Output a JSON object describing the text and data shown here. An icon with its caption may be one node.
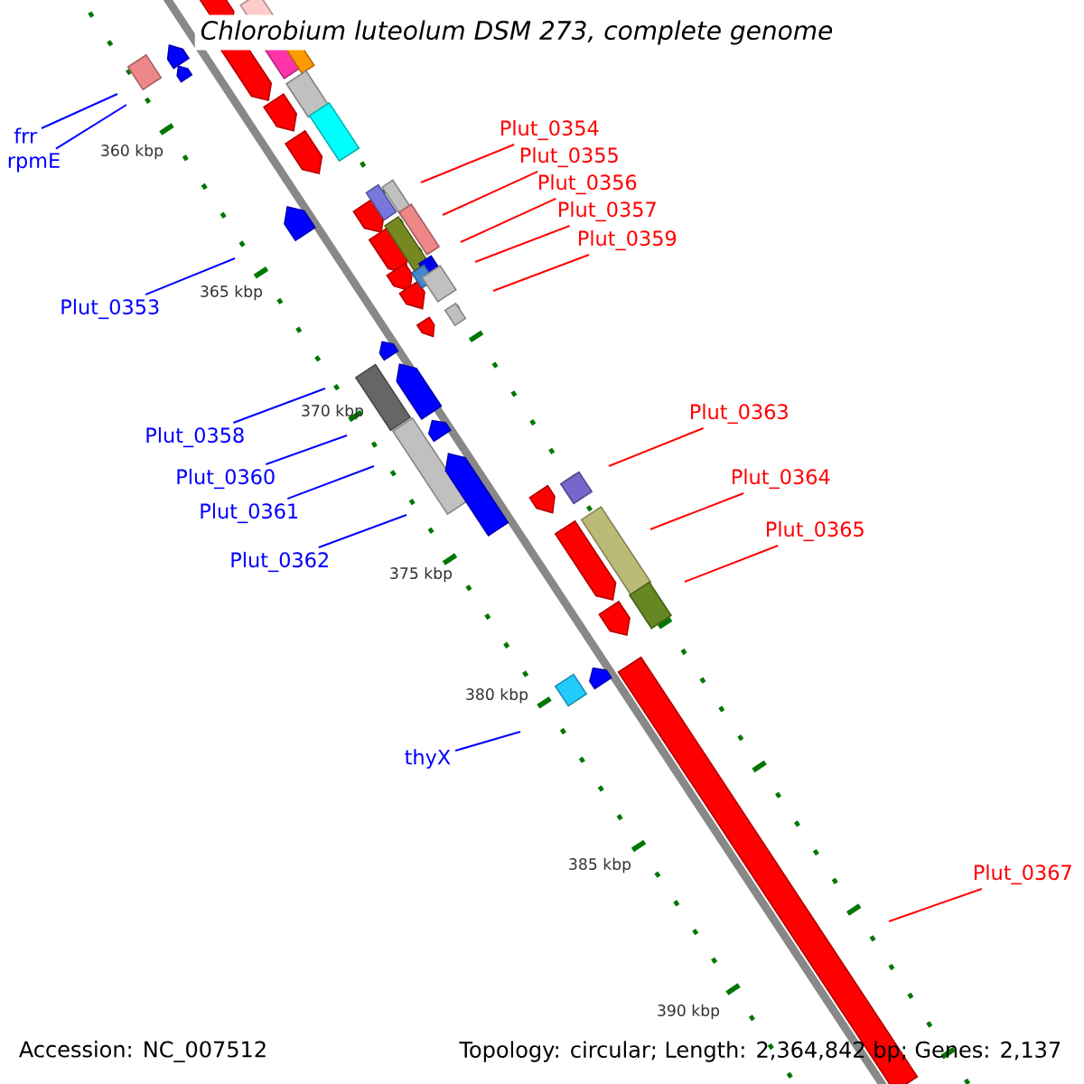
{
  "diagram": {
    "title": "Chlorobium luteolum DSM 273, complete genome",
    "nodes": [
      {
        "text": [
          "frr"
        ]
      },
      {
        "text": [
          "rpmE"
        ]
      },
      {
        "text": [
          "Plut_0353"
        ]
      },
      {
        "text": [
          "Plut_0354"
        ]
      },
      {
        "text": [
          "Plut_0355"
        ]
      },
      {
        "text": [
          "Plut_0356"
        ]
      },
      {
        "text": [
          "Plut_0357"
        ]
      },
      {
        "text": [
          "Plut_0359"
        ]
      },
      {
        "text": [
          "Plut_0358"
        ]
      },
      {
        "text": [
          "Plut_0360"
        ]
      },
      {
        "text": [
          "Plut_0361"
        ]
      },
      {
        "text": [
          "Plut_0362"
        ]
      },
      {
        "text": [
          "Plut_0363"
        ]
      },
      {
        "text": [
          "Plut_0364"
        ]
      },
      {
        "text": [
          "Plut_0365"
        ]
      },
      {
        "text": [
          "thyX"
        ]
      },
      {
        "text": [
          "Plut_0367"
        ]
      }
    ],
    "edges": [
      {
        "from": 0,
        "to": null,
        "arrow": "none",
        "color": "#0000ff"
      },
      {
        "from": 1,
        "to": null,
        "arrow": "none",
        "color": "#0000ff"
      },
      {
        "from": 2,
        "to": null,
        "arrow": "none",
        "color": "#0000ff"
      },
      {
        "from": 3,
        "to": null,
        "arrow": "none"
      },
      {
        "from": 4,
        "to": null,
        "arrow": "none"
      },
      {
        "from": 5,
        "to": null,
        "arrow": "none"
      },
      {
        "from": 6,
        "to": null,
        "arrow": "none"
      },
      {
        "from": 7,
        "to": null,
        "arrow": "none"
      },
      {
        "from": 8,
        "to": null,
        "arrow": "none",
        "color": "#0000ff"
      },
      {
        "from": 9,
        "to": null,
        "arrow": "none",
        "color": "#0000ff"
      },
      {
        "from": 10,
        "to": null,
        "arrow": "none",
        "color": "#0000ff"
      },
      {
        "from": 11,
        "to": null,
        "arrow": "none",
        "color": "#0000ff"
      },
      {
        "from": 12,
        "to": null,
        "arrow": "none"
      },
      {
        "from": 13,
        "to": null,
        "arrow": "none"
      },
      {
        "from": 14,
        "to": null,
        "arrow": "none"
      },
      {
        "from": 15,
        "to": null,
        "arrow": "none",
        "color": "#0000ff"
      },
      {
        "from": 16,
        "to": null,
        "arrow": "none"
      }
    ],
    "labels": [
      "360 kbp",
      "365 kbp",
      "370 kbp",
      "375 kbp",
      "380 kbp",
      "385 kbp",
      "390 kbp",
      "Accession: NC_007512",
      "Topology: circular; Length: 2,364,842 bp; Genes: 2,137"
    ]
  }
}
